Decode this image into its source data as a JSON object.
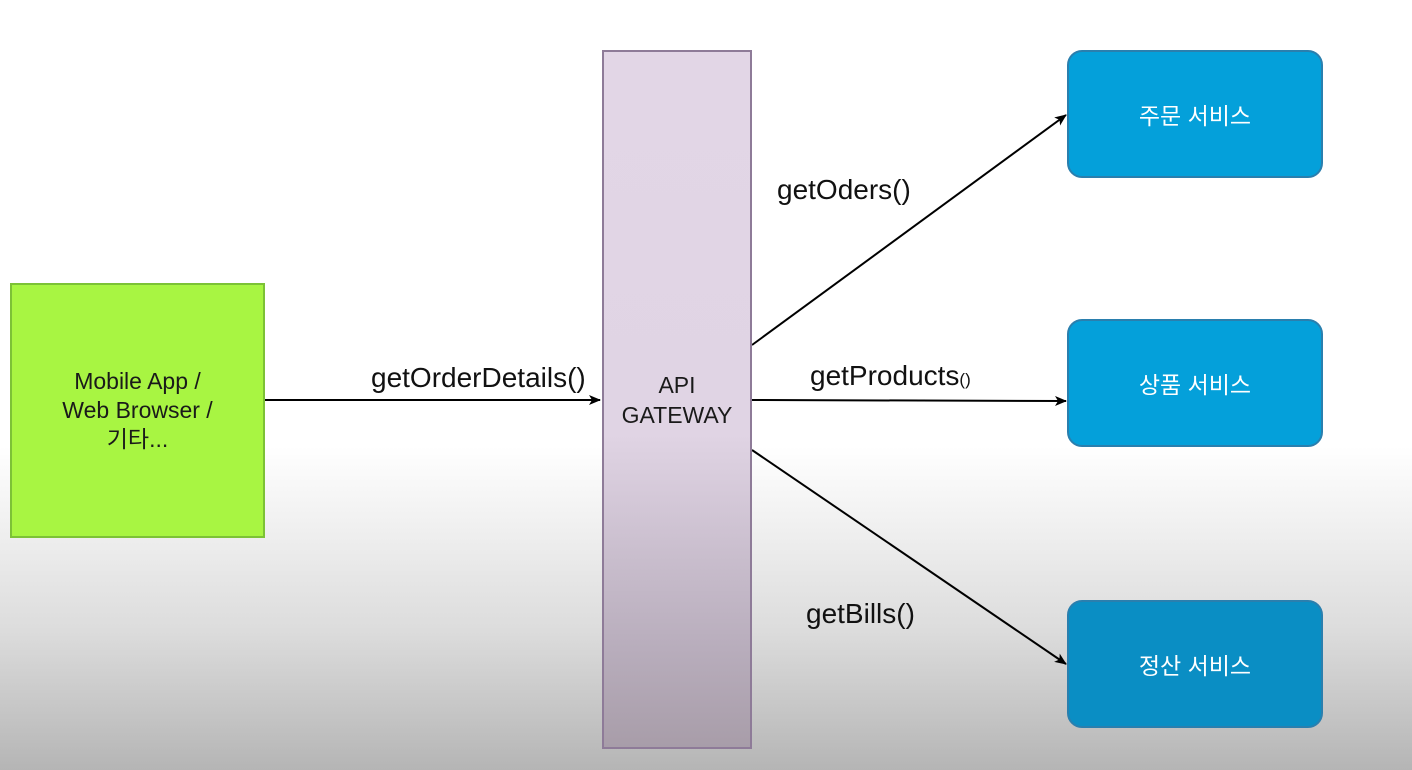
{
  "client": {
    "line1": "Mobile App /",
    "line2": "Web Browser /",
    "line3": "기타..."
  },
  "gateway": {
    "line1": "API",
    "line2": "GATEWAY"
  },
  "services": [
    {
      "label": "주문 서비스"
    },
    {
      "label": "상품 서비스"
    },
    {
      "label": "정산 서비스"
    }
  ],
  "calls": {
    "main": "getOrderDetails()",
    "orders": "getOders()",
    "products_name": "getProducts",
    "products_parens": "()",
    "bills": "getBills()"
  },
  "colors": {
    "client_fill": "#a8f542",
    "gateway_fill": "#e2d6e6",
    "service_fill": "#04a0da"
  }
}
